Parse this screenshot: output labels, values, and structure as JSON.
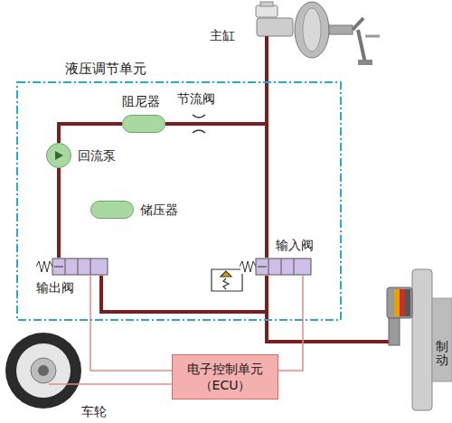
{
  "diagram": {
    "nodes": [
      {
        "text": [
          "液压调节单元"
        ]
      },
      {
        "text": [
          "阻尼器"
        ],
        "in": 0
      },
      {
        "text": [
          "回流泵"
        ],
        "in": 0
      },
      {
        "text": [
          "储压器"
        ],
        "in": 0
      },
      {
        "text": [
          "输出阀"
        ],
        "in": 0
      },
      {
        "text": [
          "输入阀"
        ],
        "in": 0
      },
      {
        "text": [
          "电子控制单元 （ECU）"
        ]
      }
    ],
    "edges": [
      {
        "from": 2,
        "to": 1,
        "arrow": "none"
      },
      {
        "from": 4,
        "to": 2,
        "arrow": "none"
      },
      {
        "from": 5,
        "to": 4,
        "arrow": "none"
      },
      {
        "from": 6,
        "to": 4,
        "arrow": "none"
      },
      {
        "from": 6,
        "to": 5,
        "arrow": "none"
      }
    ],
    "labels": [
      "主缸",
      "节流阀",
      "车轮",
      "制动"
    ]
  }
}
